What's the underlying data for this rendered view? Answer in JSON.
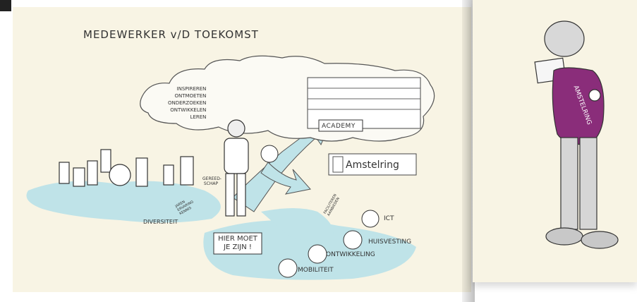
{
  "title": "MEDEWERKER v/D TOEKOMST",
  "activities": [
    "INSPIREREN",
    "ONTMOETEN",
    "ONDERZOEKEN",
    "ONTWIKKELEN",
    "LEREN"
  ],
  "academy_label": "ACADEMY",
  "brand": "Amstelring",
  "sign_text": "HIER MOET JE ZIJN !",
  "diversiteit": "DIVERSITEIT",
  "gereedschap": "GEREED- SCHAP",
  "kennis": "JAREN ERVARING KENNIS",
  "faciliteren": "FACILITEREN AANBIEDEN",
  "services": {
    "ict": "ICT",
    "huisvesting": "HUISVESTING",
    "ontwikkeling": "ONTWIKKELING",
    "mobiliteit": "MOBILITEIT"
  },
  "vest_text": "AMSTELRING",
  "colors": {
    "paper": "#f8f4e4",
    "water": "#bfe3e8",
    "vest": "#8a2d7a",
    "ink": "#333333"
  }
}
